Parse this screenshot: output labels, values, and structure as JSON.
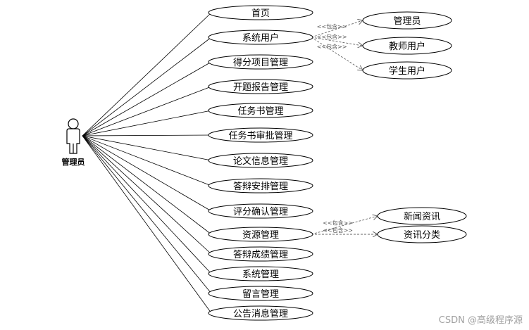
{
  "diagram": {
    "actor": {
      "label": "管理员",
      "icon": "person-icon"
    },
    "use_cases": [
      {
        "label": "首页"
      },
      {
        "label": "系统用户"
      },
      {
        "label": "得分项目管理"
      },
      {
        "label": "开题报告管理"
      },
      {
        "label": "任务书管理"
      },
      {
        "label": "任务书审批管理"
      },
      {
        "label": "论文信息管理"
      },
      {
        "label": "答辩安排管理"
      },
      {
        "label": "评分确认管理"
      },
      {
        "label": "资源管理"
      },
      {
        "label": "答辩成绩管理"
      },
      {
        "label": "系统管理"
      },
      {
        "label": "留言管理"
      },
      {
        "label": "公告消息管理"
      }
    ],
    "includes": [
      {
        "from": "系统用户",
        "to": "管理员",
        "label": "<<包含>>"
      },
      {
        "from": "系统用户",
        "to": "教师用户",
        "label": "<<包含>>"
      },
      {
        "from": "系统用户",
        "to": "学生用户",
        "label": "<<包含>>"
      },
      {
        "from": "资源管理",
        "to": "新闻资讯",
        "label": "<<包含>>"
      },
      {
        "from": "资源管理",
        "to": "资讯分类",
        "label": "<<包含>>"
      }
    ],
    "sub_cases": [
      {
        "label": "管理员"
      },
      {
        "label": "教师用户"
      },
      {
        "label": "学生用户"
      },
      {
        "label": "新闻资讯"
      },
      {
        "label": "资讯分类"
      }
    ]
  },
  "watermark": "CSDN @高级程序源",
  "colors": {
    "stroke": "#000000",
    "include_line": "#666666",
    "background": "#ffffff"
  }
}
